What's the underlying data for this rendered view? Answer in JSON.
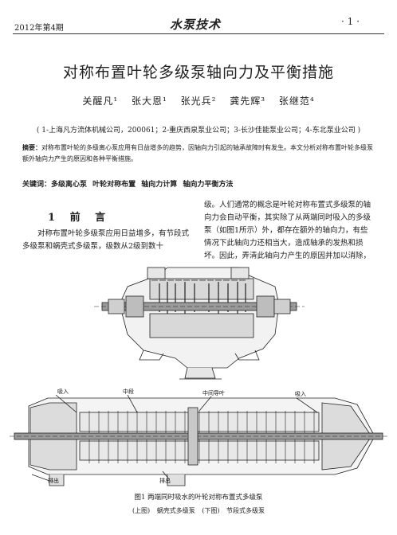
{
  "header": {
    "issue": "2012年第4期",
    "journal": "水泵技术",
    "page": "· 1 ·"
  },
  "title": "对称布置叶轮多级泵轴向力及平衡措施",
  "authors": "关醒凡¹ 张大恩¹ 张光兵² 龚先辉³ 张继范⁴",
  "affiliations": "( 1-上海凡方流体机械公司，200061；2-重庆西泉泵业公司；3-长沙佳能泵业公司；4-东北泵业公司 )",
  "abstract": {
    "label": "摘要：",
    "text": "对称布置叶轮的多级离心泵应用有日益增多的趋势，因轴向力引起的轴承故障时有发生。本文分析对称布置叶轮多级泵额外轴向力产生的原因和各种平衡措施。"
  },
  "keywords": {
    "label": "关键词：",
    "items": "多级离心泵 叶轮对称布置 轴向力计算 轴向力平衡方法"
  },
  "section1": {
    "heading": "1 前 言",
    "left_text": "对称布置叶轮多级泵应用日益增多，有节段式多级泵和蜗壳式多级泵，级数从2级到数十",
    "right_text": "级。人们通常的概念是叶轮对称布置式多级泵的轴向力会自动平衡，其实除了从两端同时吸入的多级泵（如图1所示）外，都存在额外的轴向力，有些情况下此轴向力还相当大，造成轴承的发热和损坏。因此，弄清此轴向力产生的原因并加以消除，"
  },
  "figure": {
    "labels": {
      "suction_left": "吸入",
      "middle_stage": "中段",
      "middle_guide_vane": "中间导叶",
      "suction_right": "吸入",
      "discharge_left": "排出",
      "discharge_mid": "排出"
    },
    "caption": "图1 两端同时吸水的叶轮对称布置式多级泵",
    "subcaption": "(上图) 蜗壳式多级泵 (下图) 节段式多级泵"
  }
}
